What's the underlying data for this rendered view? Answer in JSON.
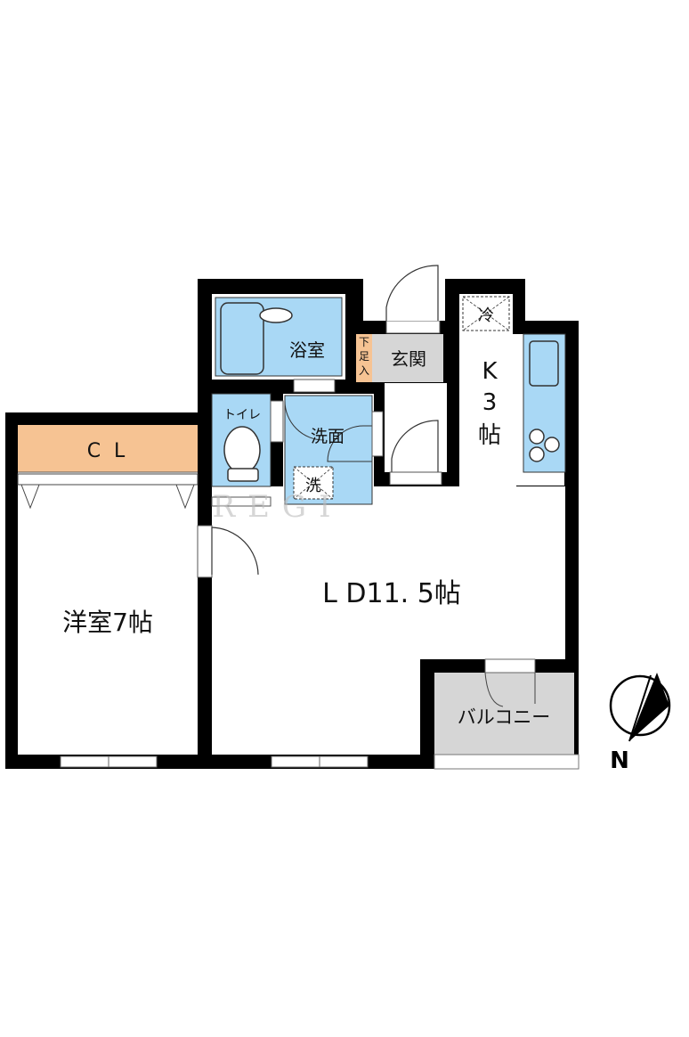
{
  "rooms": {
    "bath": "浴室",
    "entrance": "玄関",
    "shoe_box": "下足入",
    "kitchen_letter": "K",
    "kitchen_size": "3",
    "kitchen_unit": "帖",
    "fridge": "冷",
    "toilet": "トイレ",
    "washroom": "洗面",
    "washer": "洗",
    "closet": "C L",
    "western_room": "洋室7帖",
    "living_dining": "L D11. 5帖",
    "balcony": "バルコニー"
  },
  "watermark": "REGI",
  "compass": {
    "north_label": "N"
  },
  "colors": {
    "wet_area": "#a9d8f5",
    "closet": "#f6c393",
    "shoe_box": "#f6c393",
    "entrance": "#d6d6d6",
    "balcony": "#d6d6d6",
    "wall": "#000000"
  }
}
